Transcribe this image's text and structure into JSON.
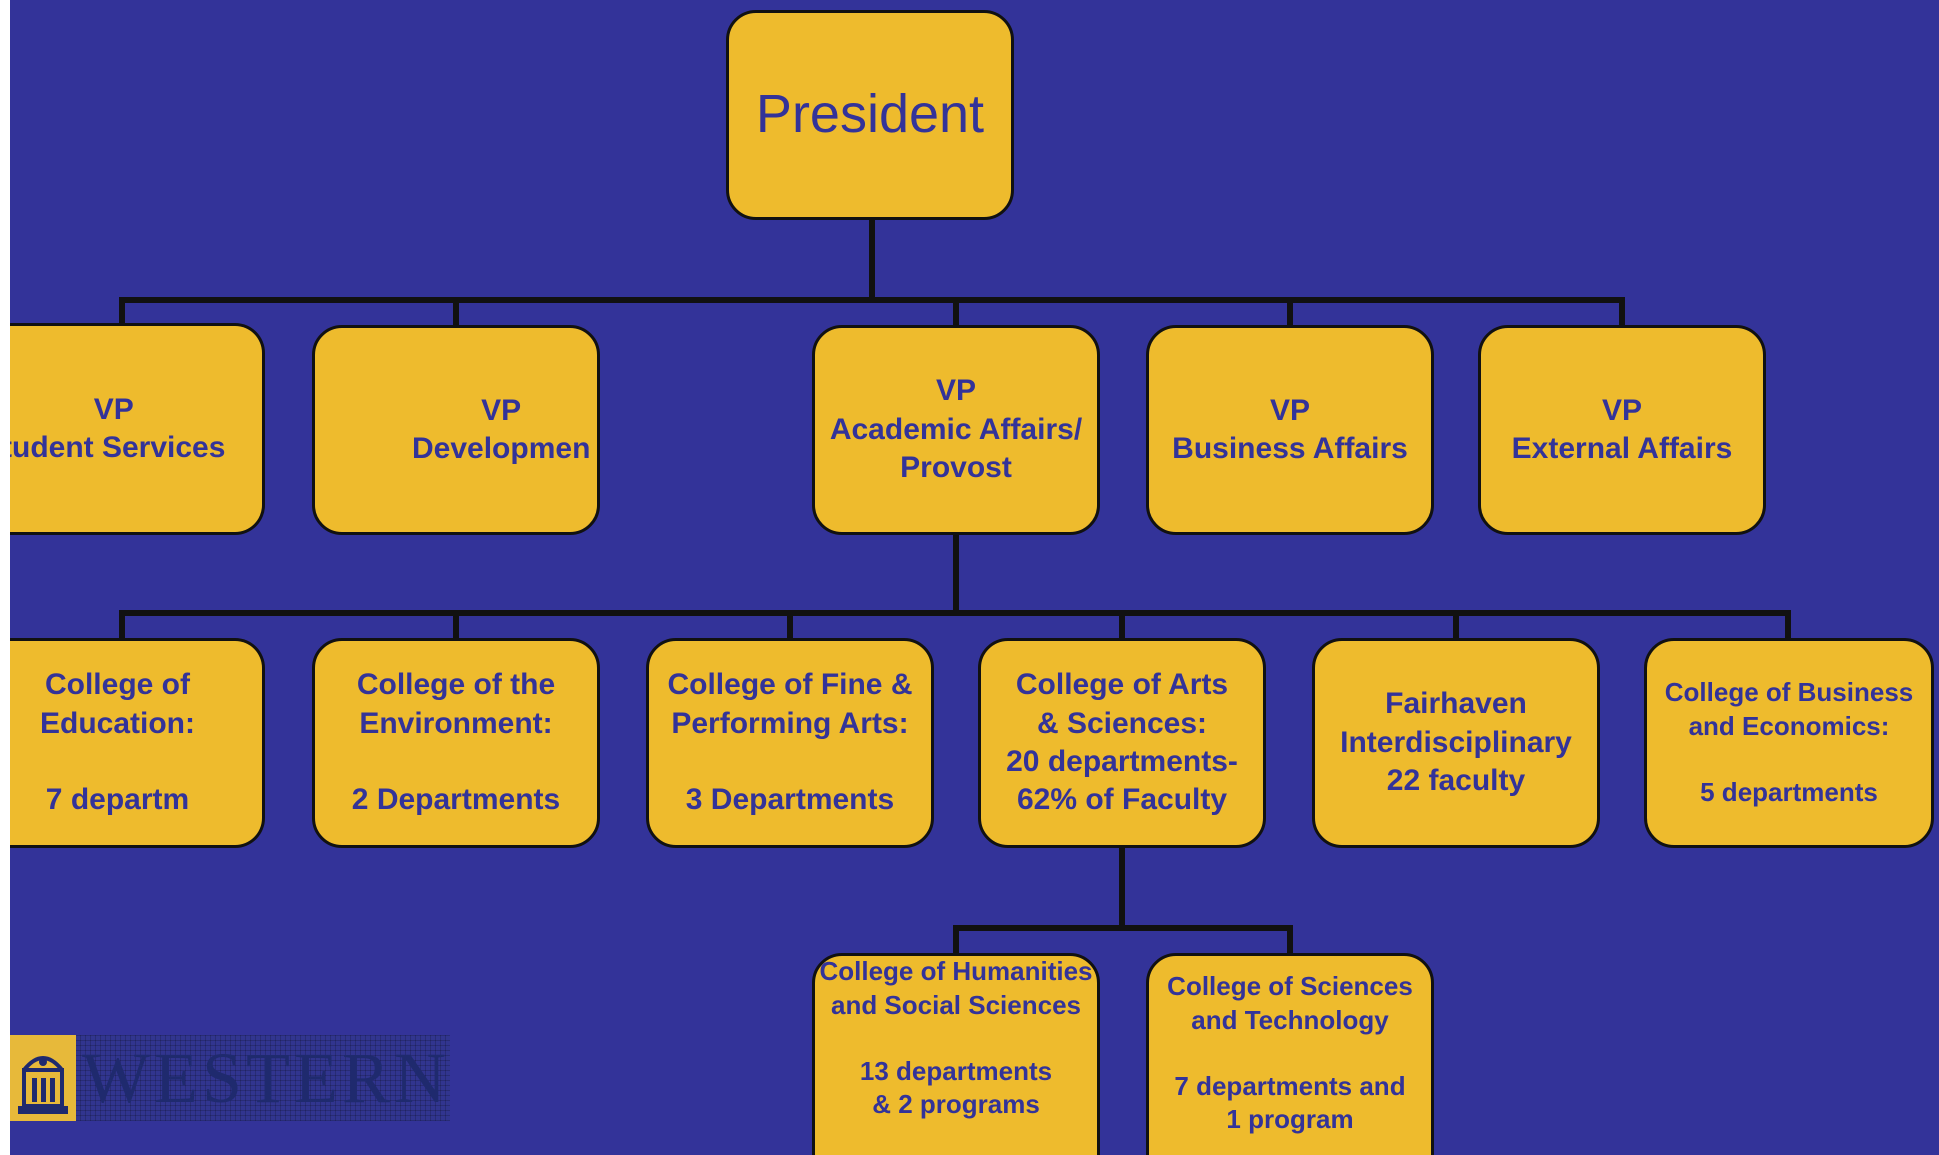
{
  "colors": {
    "background": "#333399",
    "box_fill": "#EEBB2D",
    "box_text": "#333399",
    "connector": "#111111"
  },
  "nodes": {
    "president": "President",
    "vp_student_services": "VP\ntudent Services",
    "vp_development": "VP\nDevelopmen",
    "vp_academic_affairs": "VP\nAcademic Affairs/\nProvost",
    "vp_business_affairs": "VP\nBusiness Affairs",
    "vp_external_affairs": "VP\nExternal Affairs",
    "college_education": "College of\nEducation:\n\n7 departm",
    "college_environment": "College of the\nEnvironment:\n\n2 Departments",
    "college_fine_arts": "College of Fine &\nPerforming Arts:\n\n3 Departments",
    "college_arts_sciences": "College of Arts\n& Sciences:\n20 departments-\n62% of Faculty",
    "fairhaven": "Fairhaven\nInterdisciplinary\n22 faculty",
    "college_business": "College of Business\nand Economics:\n\n5 departments",
    "college_humanities": "College of Humanities\nand Social Sciences\n\n13 departments\n& 2 programs",
    "college_sciences_tech": "College of Sciences\nand Technology\n\n7 departments and\n1 program"
  },
  "logo": {
    "wordmark": "WESTERN",
    "icon": "building-seal-icon"
  }
}
